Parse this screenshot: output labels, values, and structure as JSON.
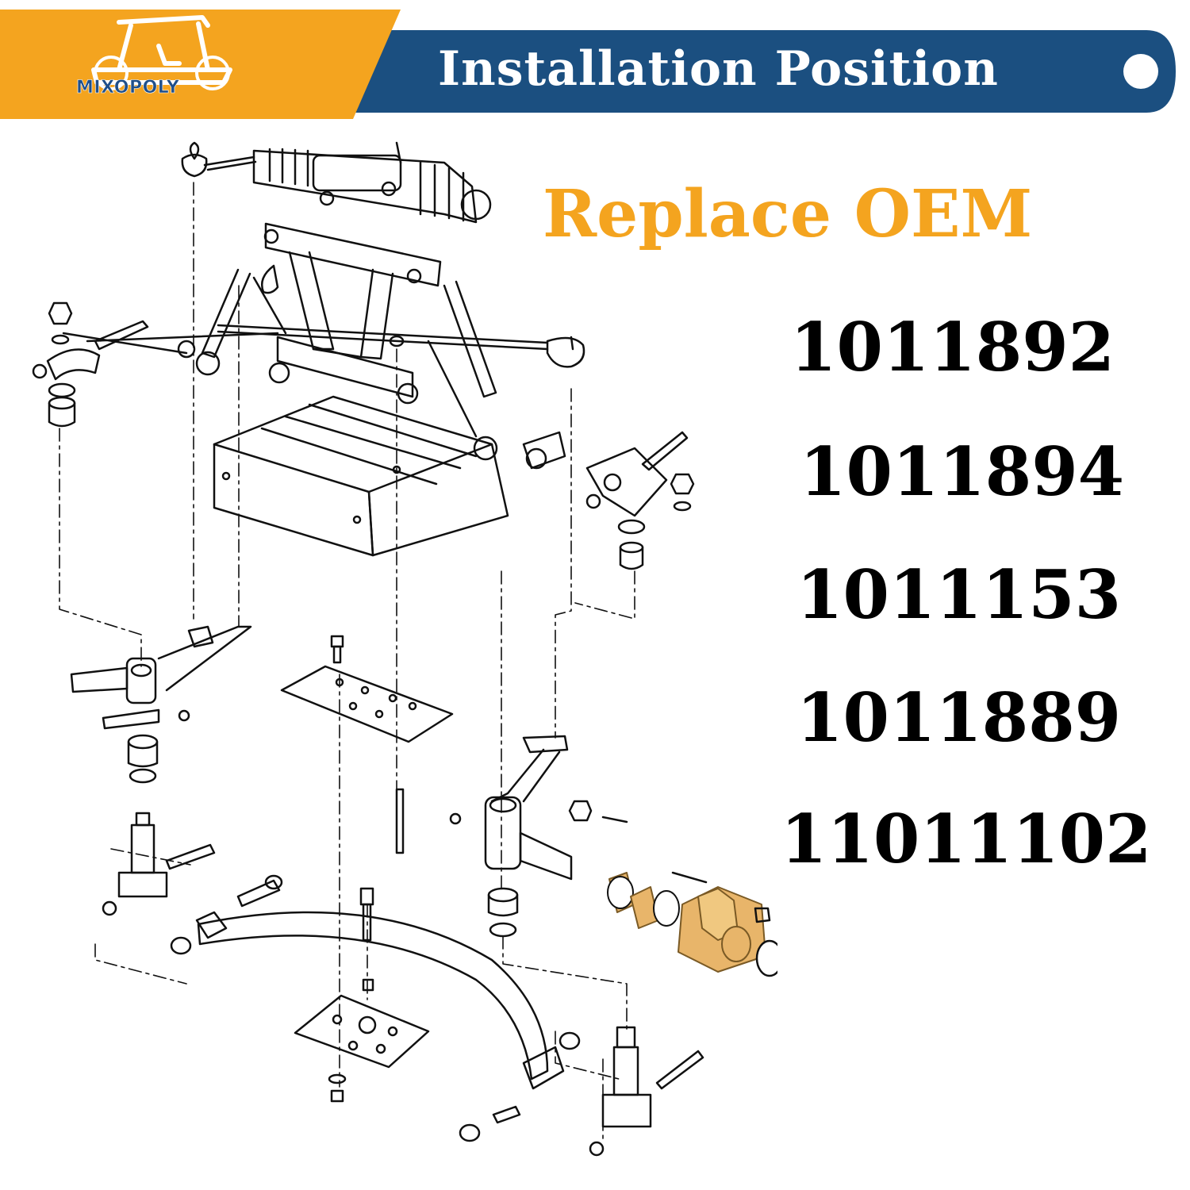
{
  "banner": {
    "logo_text": "MIXOPOLY",
    "title": "Installation Position",
    "accent_color": "#f4a41f",
    "band_color": "#1b4f80"
  },
  "heading": {
    "text": "Replace OEM",
    "color": "#f4a41f"
  },
  "part_numbers": [
    "1011892",
    "1011894",
    "1011153",
    "1011889",
    "11011102"
  ],
  "diagram": {
    "highlight_color": "#e8b56a",
    "line_color": "#111111"
  }
}
